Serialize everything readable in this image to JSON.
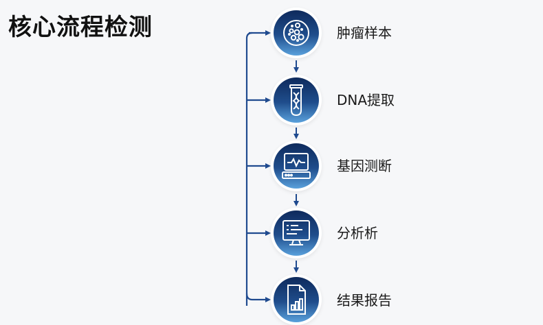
{
  "title": "核心流程检测",
  "colors": {
    "line": "#1f4a8f",
    "disc_top": "#0e2a5c",
    "disc_bottom": "#5aa1dc"
  },
  "steps": [
    {
      "label": "肿瘤样本",
      "icon": "cells-icon"
    },
    {
      "label": "DNA提取",
      "icon": "dna-test-tube-icon"
    },
    {
      "label": "基因测断",
      "icon": "sequencer-monitor-icon"
    },
    {
      "label": "分析析",
      "icon": "computer-analysis-icon"
    },
    {
      "label": "结果报告",
      "icon": "report-chart-icon"
    }
  ]
}
